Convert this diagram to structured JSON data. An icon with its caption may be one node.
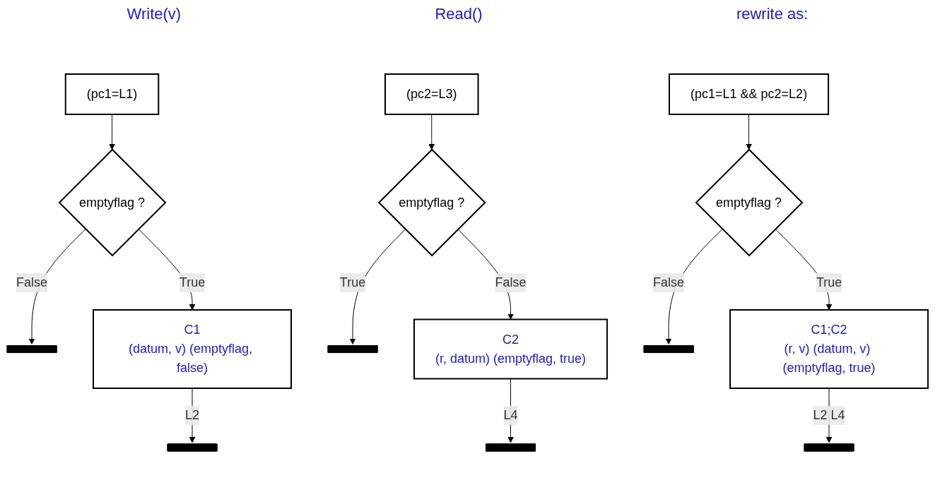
{
  "diagram": {
    "nodes": [
      {
        "text": [
          "(pc1=L1)"
        ]
      },
      {
        "text": [
          "emptyflag ?"
        ]
      },
      {
        "text": [],
        "shape": "bar"
      },
      {
        "text": [
          "C1",
          "(datum, v) (emptyflag, false)"
        ]
      },
      {
        "text": [],
        "shape": "bar"
      },
      {
        "text": [
          "(pc2=L3)"
        ]
      },
      {
        "text": [
          "emptyflag ?"
        ]
      },
      {
        "text": [],
        "shape": "bar"
      },
      {
        "text": [
          "C2",
          "(r, datum) (emptyflag, true)"
        ]
      },
      {
        "text": [],
        "shape": "bar"
      },
      {
        "text": [
          "(pc1=L1 && pc2=L2)"
        ]
      },
      {
        "text": [
          "emptyflag ?"
        ]
      },
      {
        "text": [],
        "shape": "bar"
      },
      {
        "text": [
          "C1;C2",
          "(r, v) (datum, v) (emptyflag, true)"
        ]
      },
      {
        "text": [],
        "shape": "bar"
      }
    ],
    "edges": [
      {
        "from": 0,
        "to": 1,
        "arrow": "to"
      },
      {
        "from": 1,
        "to": 2,
        "arrow": "to",
        "label": "False"
      },
      {
        "from": 1,
        "to": 3,
        "arrow": "to",
        "label": "True"
      },
      {
        "from": 3,
        "to": 4,
        "arrow": "to",
        "label": "L2"
      },
      {
        "from": 5,
        "to": 6,
        "arrow": "to"
      },
      {
        "from": 6,
        "to": 7,
        "arrow": "to",
        "label": "True"
      },
      {
        "from": 6,
        "to": 8,
        "arrow": "to",
        "label": "False"
      },
      {
        "from": 8,
        "to": 9,
        "arrow": "to",
        "label": "L4"
      },
      {
        "from": 10,
        "to": 11,
        "arrow": "to"
      },
      {
        "from": 11,
        "to": 12,
        "arrow": "to",
        "label": "False"
      },
      {
        "from": 11,
        "to": 13,
        "arrow": "to",
        "label": "True"
      },
      {
        "from": 13,
        "to": 14,
        "arrow": "to",
        "label": "L2 L4"
      }
    ],
    "labels": [
      "Write(v)",
      "Read()",
      "rewrite as:"
    ]
  }
}
